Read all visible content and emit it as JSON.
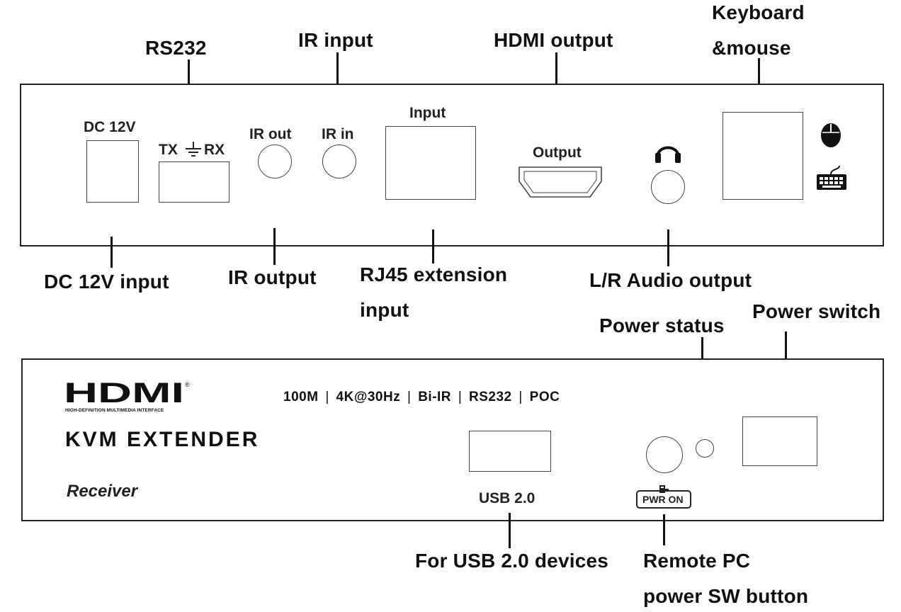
{
  "top_panel": {
    "callouts_above": {
      "rs232": "RS232",
      "ir_input": "IR input",
      "hdmi_output": "HDMI output",
      "keyboard_mouse_line1": "Keyboard",
      "keyboard_mouse_line2": "&mouse"
    },
    "callouts_below": {
      "dc_input": "DC 12V input",
      "ir_output": "IR output",
      "rj45_line1": "RJ45 extension",
      "rj45_line2": "input",
      "audio_output": "L/R Audio output"
    },
    "port_labels": {
      "dc": "DC 12V",
      "rs232_tx": "TX",
      "rs232_rx": "RX",
      "ir_out": "IR out",
      "ir_in": "IR in",
      "rj45": "Input",
      "hdmi": "Output"
    },
    "icons": [
      "ground-icon",
      "headphones-icon",
      "mouse-icon",
      "keyboard-icon"
    ]
  },
  "bottom_panel": {
    "brand_logo": "HDMI",
    "brand_tagline": "HIGH-DEFINITION MULTIMEDIA INTERFACE",
    "product_name": "KVM EXTENDER",
    "unit_type": "Receiver",
    "specs": [
      "100M",
      "4K@30Hz",
      "Bi-IR",
      "RS232",
      "POC"
    ],
    "usb_label": "USB 2.0",
    "pwr_button_label": "PWR ON",
    "callouts_above": {
      "power_status": "Power status",
      "power_switch": "Power switch"
    },
    "callouts_below": {
      "usb_devices": "For USB 2.0 devices",
      "remote_pc_line1": "Remote PC",
      "remote_pc_line2": "power SW button"
    }
  },
  "colors": {
    "ink": "#111111",
    "panel_border": "#222222",
    "port_border": "#444444"
  }
}
